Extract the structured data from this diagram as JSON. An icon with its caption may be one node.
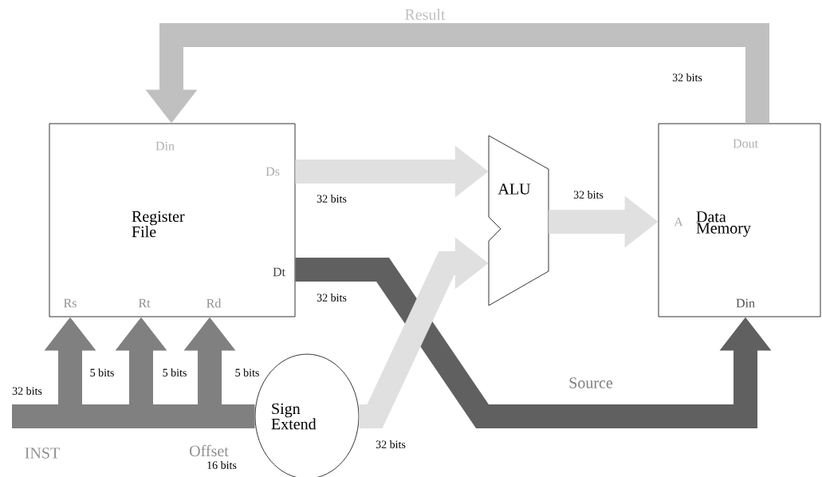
{
  "diagram": {
    "nodes": [
      {
        "text": [
          "Din",
          "Ds",
          "Register File",
          "Dt",
          "Rs",
          "Rt",
          "Rd"
        ]
      },
      {
        "text": [
          "ALU"
        ]
      },
      {
        "text": [
          "Dout",
          "A",
          "Data Memory",
          "Din"
        ]
      },
      {
        "text": [
          "Sign Extend"
        ]
      }
    ],
    "edges": [
      {
        "from": 2,
        "to": 0,
        "arrow": "to",
        "label": "Result",
        "color": "#c0c0c0"
      },
      {
        "from": 0,
        "to": 1,
        "arrow": "to",
        "label": "32 bits",
        "color": "#e0e0e0"
      },
      {
        "from": 1,
        "to": 2,
        "arrow": "to",
        "label": "32 bits",
        "color": "#e0e0e0"
      },
      {
        "from": 0,
        "to": 2,
        "arrow": "to",
        "label": "Source",
        "color": "#606060"
      },
      {
        "from": null,
        "to": 0,
        "arrow": "to",
        "label": "5 bits",
        "color": "#808080"
      },
      {
        "from": null,
        "to": 0,
        "arrow": "to",
        "label": "5 bits",
        "color": "#808080"
      },
      {
        "from": null,
        "to": 0,
        "arrow": "to",
        "label": "5 bits",
        "color": "#808080"
      },
      {
        "from": null,
        "to": 3,
        "arrow": "none",
        "label": "16 bits",
        "color": "#808080"
      },
      {
        "from": 3,
        "to": 1,
        "arrow": "to",
        "label": "32 bits",
        "color": "#e0e0e0"
      }
    ],
    "labels": [
      "32 bits",
      "32 bits",
      "32 bits",
      "INST",
      "Offset"
    ]
  }
}
